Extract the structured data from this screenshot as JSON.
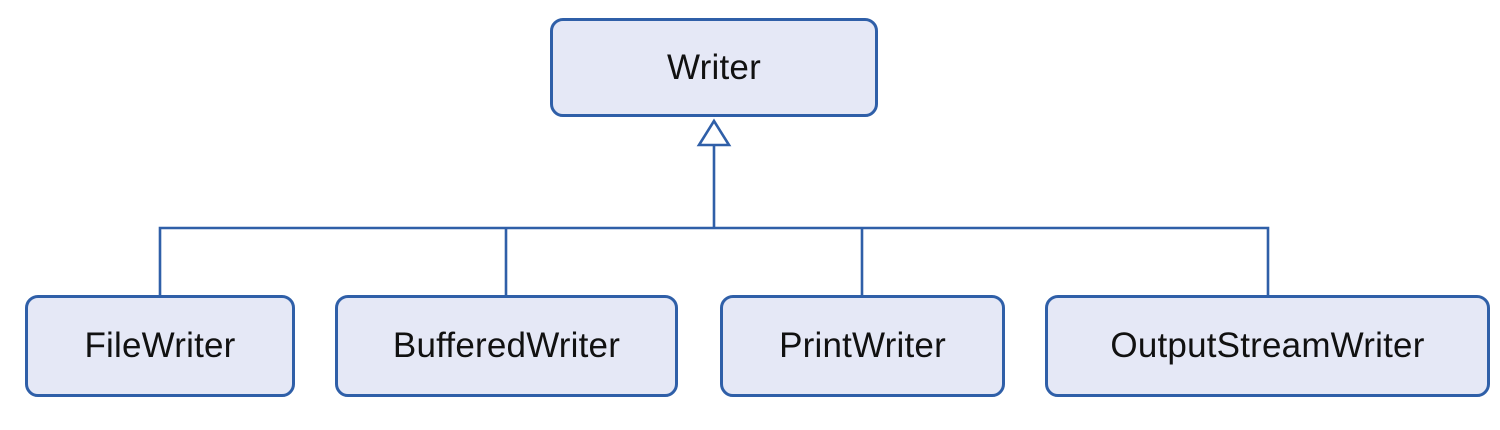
{
  "diagram": {
    "type": "class-hierarchy",
    "relationship": "generalization (hollow triangle inheritance arrow pointing to parent)",
    "parent": {
      "label": "Writer"
    },
    "children": [
      {
        "label": "FileWriter"
      },
      {
        "label": "BufferedWriter"
      },
      {
        "label": "PrintWriter"
      },
      {
        "label": "OutputStreamWriter"
      }
    ],
    "colors": {
      "node_fill": "#e5e8f6",
      "node_border": "#2f5fa8",
      "connector": "#2f5fa8",
      "text": "#111111",
      "background": "#ffffff"
    }
  }
}
